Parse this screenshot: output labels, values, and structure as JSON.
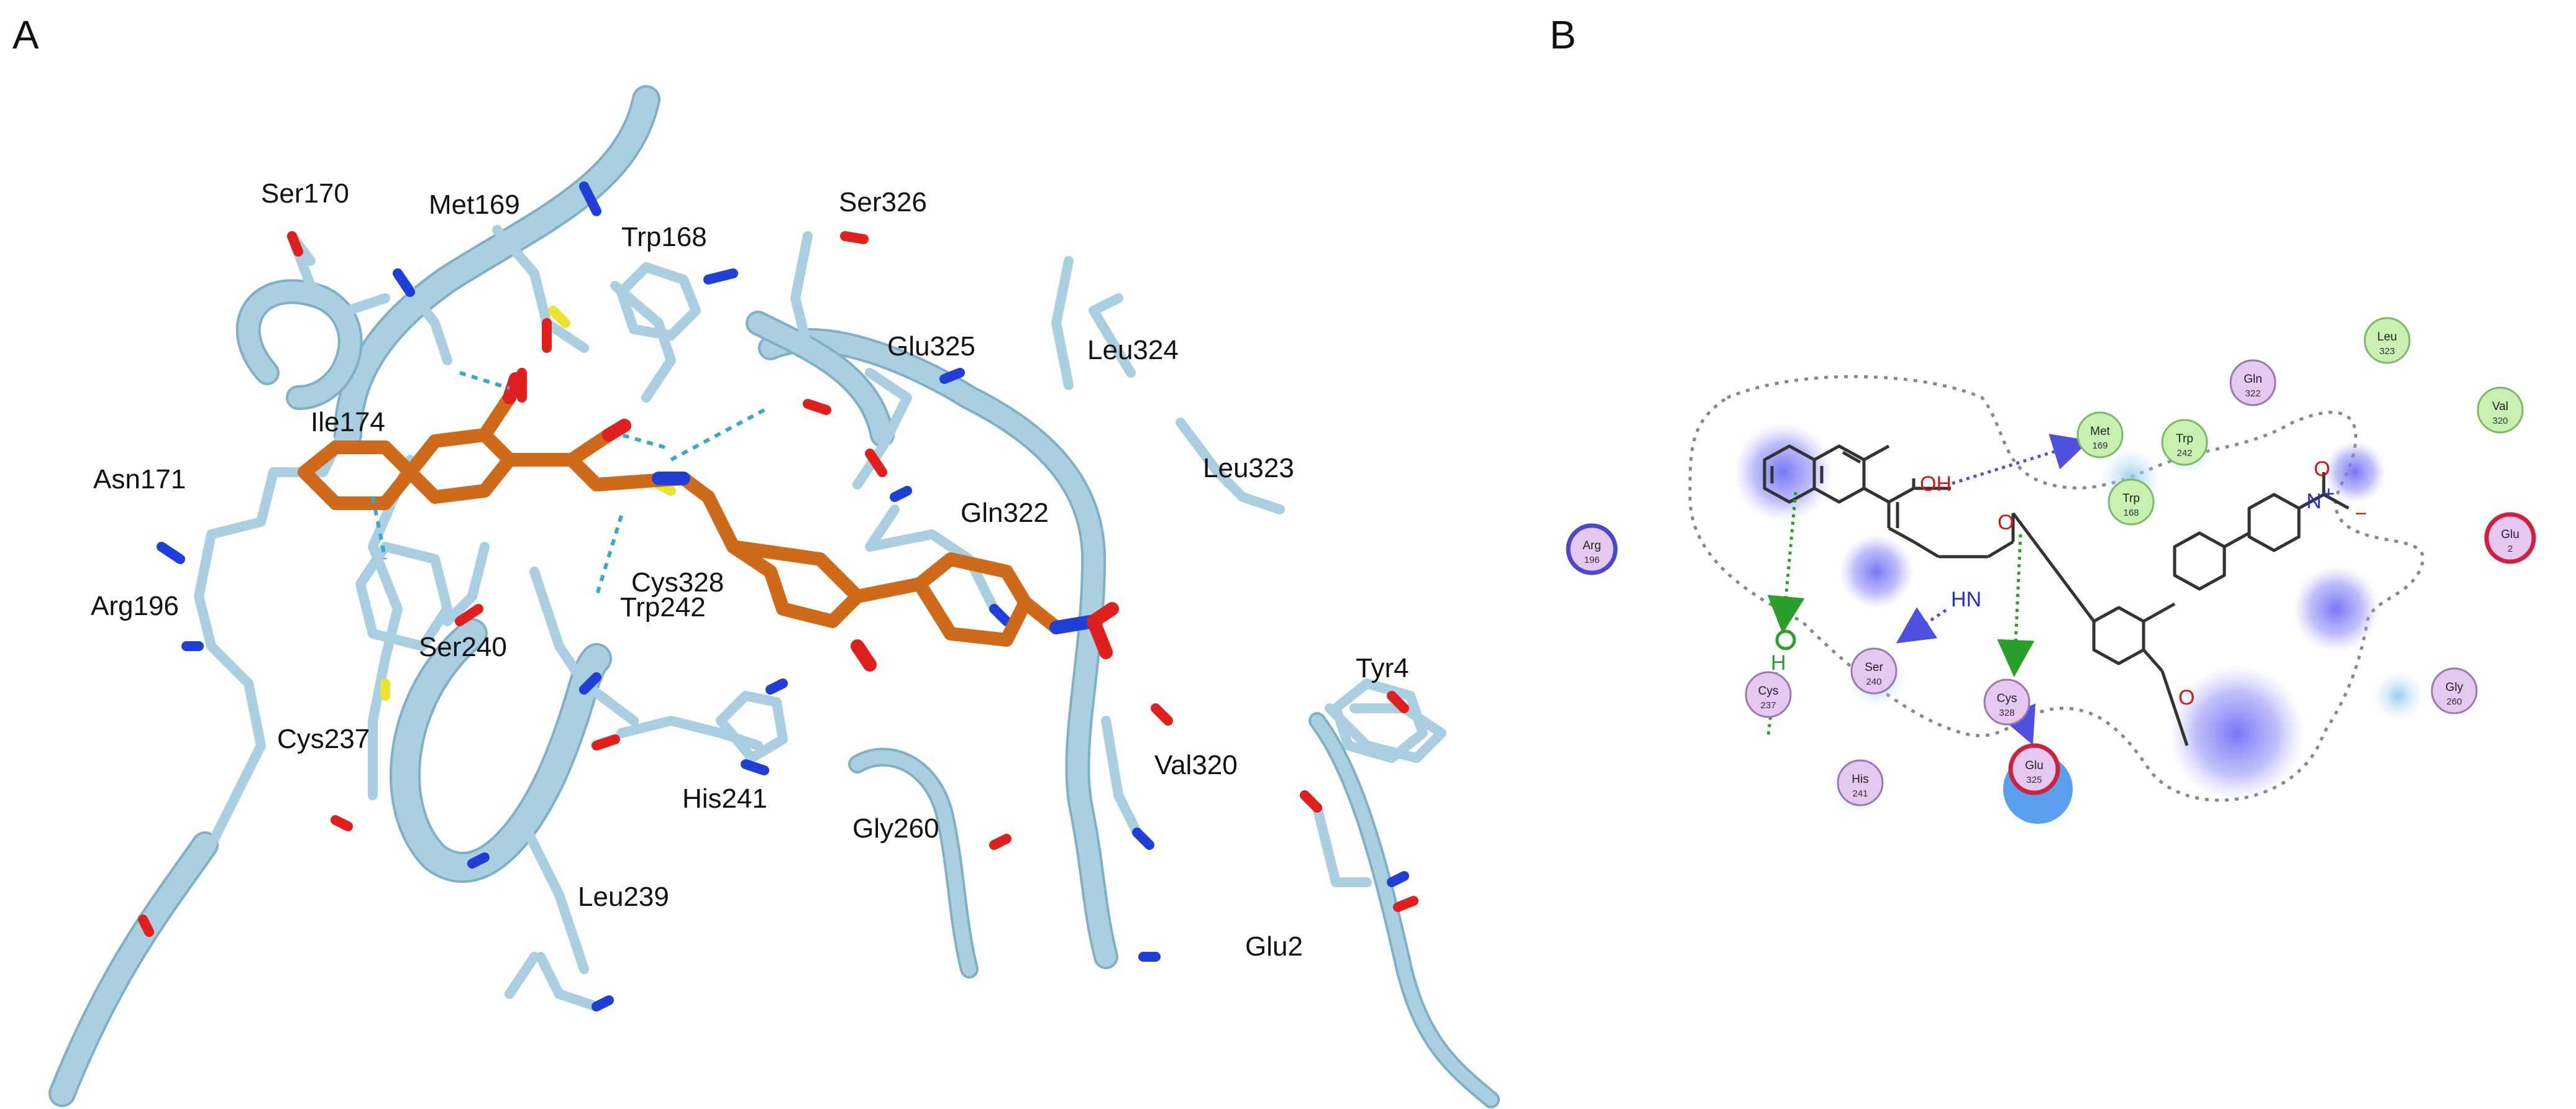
{
  "panels": [
    {
      "id": "A",
      "label": "A"
    },
    {
      "id": "B",
      "label": "B"
    }
  ],
  "colors": {
    "ribbon": "#a9cfe0",
    "ribbon_edge": "#7fb0c8",
    "ligand": "#cf6a1a",
    "ligand_edge": "#8e4510",
    "nitrogen": "#1f3fd6",
    "oxygen": "#e01f1f",
    "sulfur": "#e8e430",
    "hbond": "#3aa8c8",
    "polar_node": "#e4c8f0",
    "polar_node_edge": "#9a78b0",
    "hydrophobic_node": "#c8f0b0",
    "hydrophobic_node_edge": "#80b868",
    "acidic_ring": "#d02040",
    "basic_ring": "#4848c8",
    "arrow_hbond": "#5050e0",
    "arrow_pi": "#2aa02a",
    "exposure": "#6f6ff5"
  },
  "panel_a": {
    "residues": [
      {
        "name": "Ser170"
      },
      {
        "name": "Met169"
      },
      {
        "name": "Trp168"
      },
      {
        "name": "Ser326"
      },
      {
        "name": "Glu325"
      },
      {
        "name": "Leu324"
      },
      {
        "name": "Ile174"
      },
      {
        "name": "Asn171"
      },
      {
        "name": "Leu323"
      },
      {
        "name": "Gln322"
      },
      {
        "name": "Cys328"
      },
      {
        "name": "Arg196"
      },
      {
        "name": "Trp242"
      },
      {
        "name": "Ser240"
      },
      {
        "name": "Tyr4"
      },
      {
        "name": "Cys237"
      },
      {
        "name": "His241"
      },
      {
        "name": "Val320"
      },
      {
        "name": "Gly260"
      },
      {
        "name": "Leu239"
      },
      {
        "name": "Glu2"
      }
    ]
  },
  "panel_b": {
    "ligand_atoms": {
      "oh": "OH",
      "o_carbonyl": "O",
      "hn": "HN",
      "o_nitro": "O",
      "n_plus": "+",
      "nitro_n": "N",
      "o_minus": "−",
      "o_methoxy": "O",
      "h_pi": "H"
    },
    "residue_nodes": [
      {
        "name": "Met",
        "num": "169",
        "kind": "hydrophobic"
      },
      {
        "name": "Trp",
        "num": "242",
        "kind": "hydrophobic"
      },
      {
        "name": "Gln",
        "num": "322",
        "kind": "polar"
      },
      {
        "name": "Leu",
        "num": "323",
        "kind": "hydrophobic"
      },
      {
        "name": "Val",
        "num": "320",
        "kind": "hydrophobic"
      },
      {
        "name": "Trp",
        "num": "168",
        "kind": "hydrophobic"
      },
      {
        "name": "Arg",
        "num": "196",
        "kind": "basic"
      },
      {
        "name": "Glu",
        "num": "2",
        "kind": "acidic"
      },
      {
        "name": "Ser",
        "num": "240",
        "kind": "polar"
      },
      {
        "name": "Cys",
        "num": "237",
        "kind": "polar"
      },
      {
        "name": "Cys",
        "num": "328",
        "kind": "polar"
      },
      {
        "name": "Gly",
        "num": "260",
        "kind": "polar"
      },
      {
        "name": "His",
        "num": "241",
        "kind": "polar"
      },
      {
        "name": "Glu",
        "num": "325",
        "kind": "acidic"
      }
    ]
  }
}
